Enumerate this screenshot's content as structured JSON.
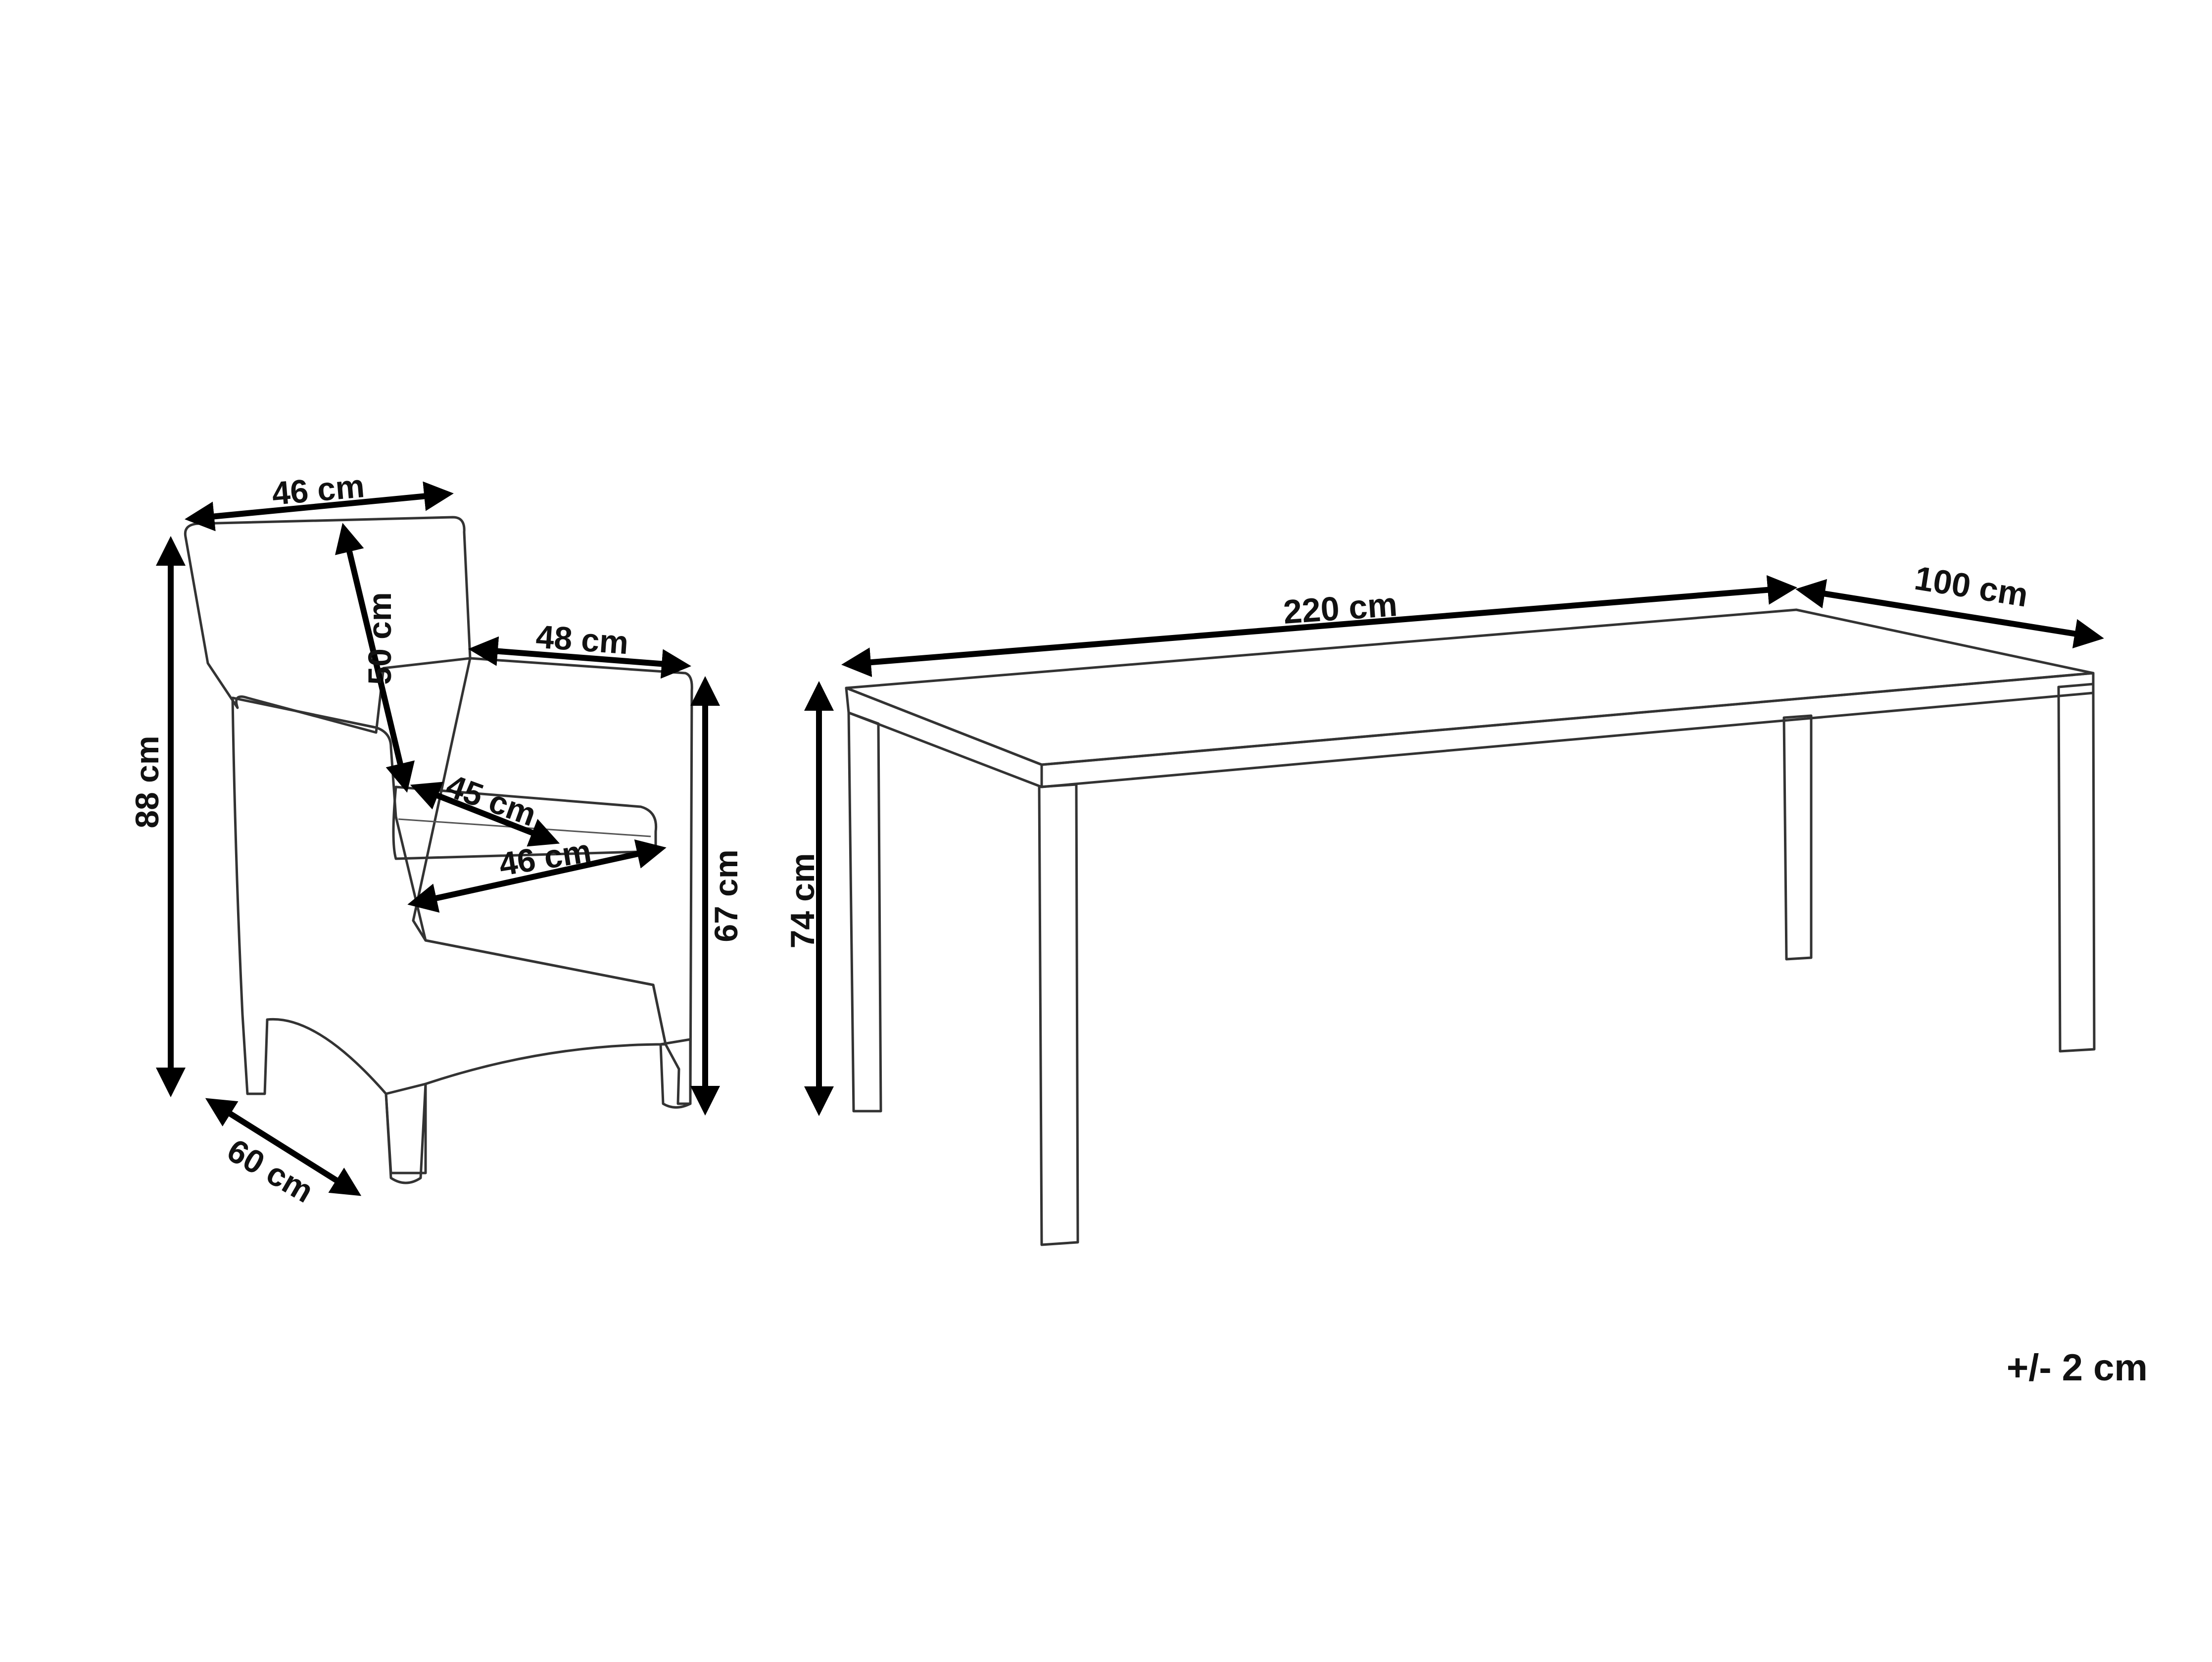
{
  "chair": {
    "back_width": "46 cm",
    "backrest_height": "50 cm",
    "arm_length": "48 cm",
    "total_height": "88 cm",
    "seat_depth": "45 cm",
    "seat_width": "46 cm",
    "arm_height": "67 cm",
    "depth": "60 cm"
  },
  "table": {
    "length": "220 cm",
    "width": "100 cm",
    "height": "74 cm"
  },
  "tolerance": "+/- 2 cm",
  "colors": {
    "line": "#333333",
    "arrow": "#000000",
    "background": "#ffffff"
  }
}
